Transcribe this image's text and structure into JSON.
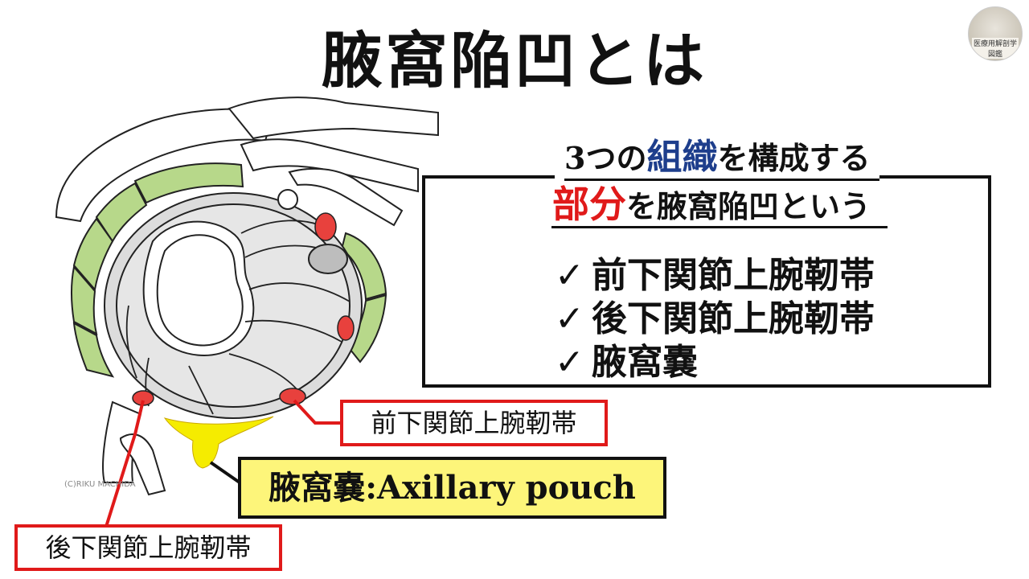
{
  "title": "腋窩陥凹とは",
  "logo_text": "医療用解剖学図鑑",
  "copyright": "(C)RIKU MACHIDA",
  "info": {
    "heading_line1_part1": "3つの",
    "heading_line1_highlight": "組織",
    "heading_line1_part2": "を構成する",
    "heading_line2_highlight": "部分",
    "heading_line2_part2": "を腋窩陥凹という",
    "check_mark": "✓",
    "items": [
      "前下関節上腕靭帯",
      "後下関節上腕靭帯",
      "腋窩嚢"
    ]
  },
  "labels": {
    "anterior_ligament": "前下関節上腕靭帯",
    "posterior_ligament": "後下関節上腕靭帯",
    "pouch": "腋窩嚢:Axillary pouch"
  },
  "colors": {
    "highlight_blue": "#1e3e8c",
    "highlight_red": "#e01a1a",
    "pouch_yellow": "#f5ec00",
    "label_yellow": "#fdf57a",
    "muscle_green": "#b7d88a",
    "ligament_red": "#e8413d"
  }
}
